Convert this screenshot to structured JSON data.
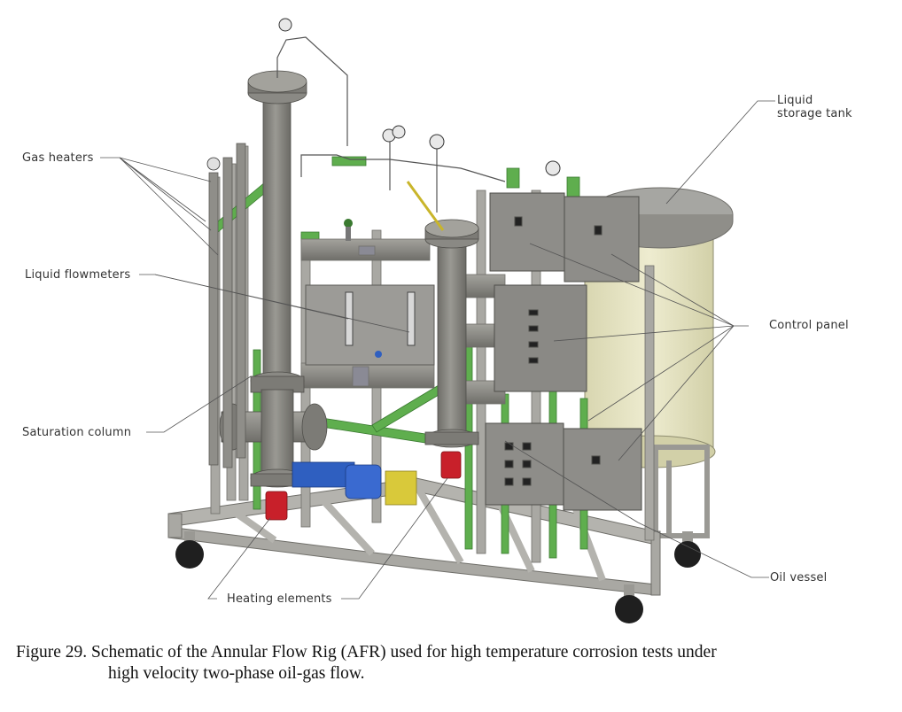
{
  "figure": {
    "labels": {
      "gas_heaters": "Gas heaters",
      "liquid_flowmeters": "Liquid flowmeters",
      "saturation_column": "Saturation column",
      "heating_elements": "Heating elements",
      "liquid_storage_tank_line1": "Liquid",
      "liquid_storage_tank_line2": "storage tank",
      "control_panel": "Control panel",
      "oil_vessel": "Oil vessel"
    },
    "colors": {
      "frame": "#a9a9a4",
      "steel": "#8c8b86",
      "green": "#5fae4e",
      "tank": "#e8e6c4",
      "tank_lid": "#a6a6a2",
      "heater_red": "#c8202a",
      "pump_blue": "#2f5fc0",
      "yellow": "#d9c93a",
      "wheel": "#1f1f1f"
    }
  },
  "caption": {
    "line1": "Figure 29. Schematic of the Annular Flow Rig (AFR) used for high temperature corrosion tests under",
    "line2": "high velocity two-phase oil-gas flow."
  }
}
